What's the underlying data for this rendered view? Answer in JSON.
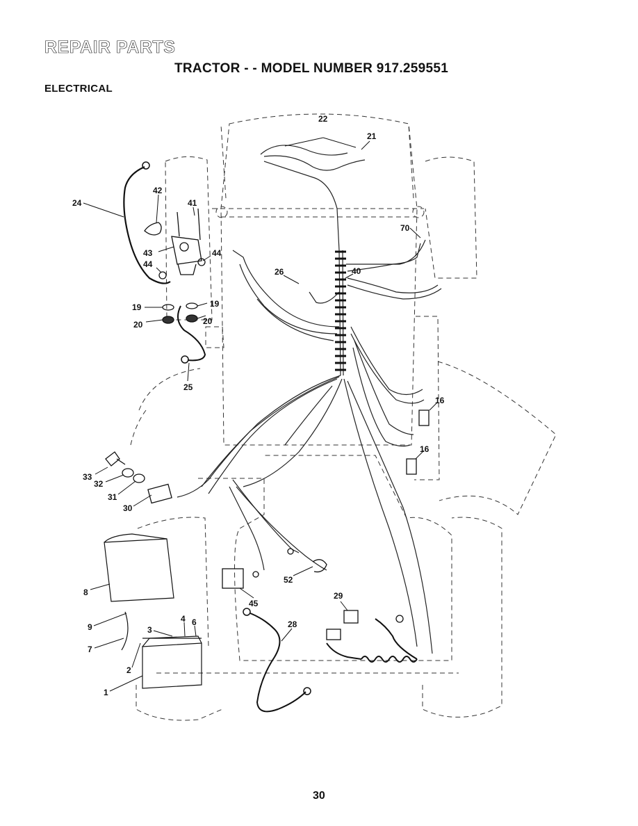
{
  "header": {
    "title": "REPAIR PARTS",
    "subtitle": "TRACTOR - - MODEL NUMBER 917.259551",
    "section": "ELECTRICAL"
  },
  "callouts": [
    "1",
    "2",
    "3",
    "4",
    "6",
    "7",
    "8",
    "9",
    "16",
    "16",
    "19",
    "19",
    "20",
    "20",
    "21",
    "22",
    "24",
    "25",
    "26",
    "28",
    "29",
    "30",
    "31",
    "32",
    "33",
    "40",
    "41",
    "42",
    "43",
    "44",
    "44",
    "45",
    "52",
    "70"
  ],
  "footer": {
    "page_number": "30"
  }
}
